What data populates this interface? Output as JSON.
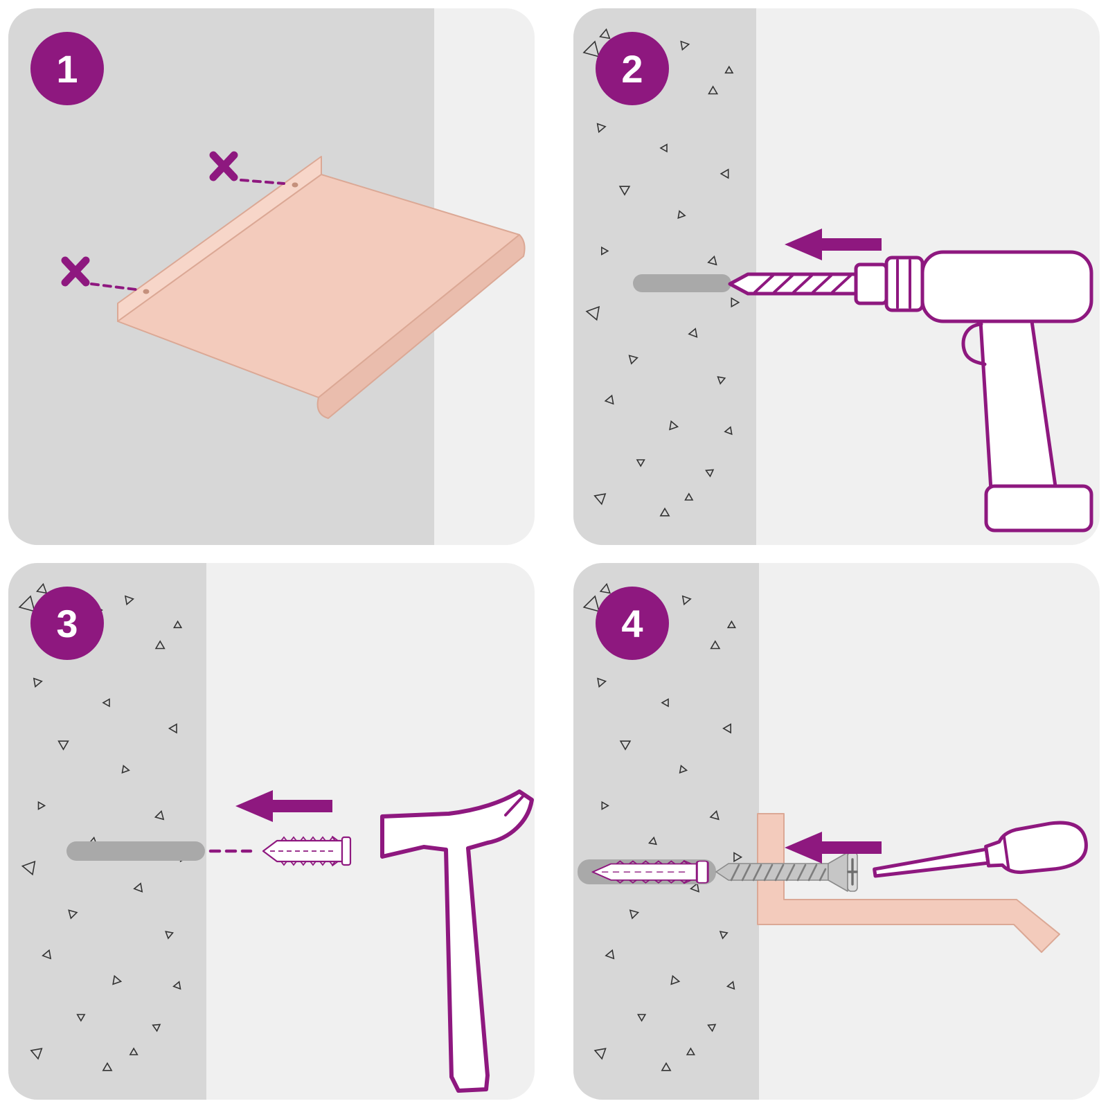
{
  "colors": {
    "accent": "#8e187f",
    "wall_dark": "#d7d7d7",
    "wall_light": "#f0f0f0",
    "hole": "#a9a9a9",
    "speckle": "#333333",
    "shelf_pink": "#f3cbbc",
    "shelf_pink_light": "#f7d6c9",
    "shelf_pink_dark": "#eabdad",
    "shelf_outline": "#dba895",
    "screw_fill": "#c6c6c6",
    "screw_face": "#dcdcdc",
    "screw_stroke": "#8a8a8a"
  },
  "steps": [
    {
      "number": "1",
      "icons": [
        "shelf-icon",
        "marking-cross-icon",
        "dashed-guide-line"
      ]
    },
    {
      "number": "2",
      "icons": [
        "arrow-left-icon",
        "drill-icon",
        "drilled-hole"
      ]
    },
    {
      "number": "3",
      "icons": [
        "arrow-left-icon",
        "wall-plug-icon",
        "hammer-icon",
        "drilled-hole",
        "dashed-guide-line"
      ]
    },
    {
      "number": "4",
      "icons": [
        "arrow-left-icon",
        "wall-plug-icon",
        "screw-icon",
        "screwdriver-icon",
        "shelf-side-icon",
        "drilled-hole"
      ]
    }
  ]
}
